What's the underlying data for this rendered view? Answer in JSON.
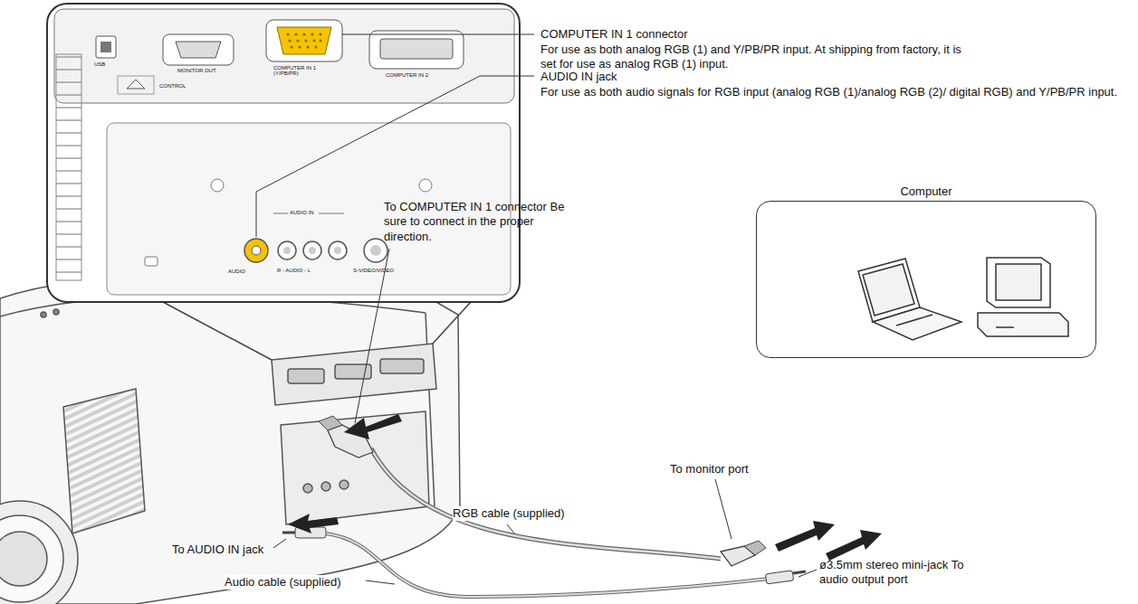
{
  "diagram": {
    "nodes": [
      {
        "text": [
          "Computer"
        ]
      }
    ],
    "labels": [
      "COMPUTER IN 1 connector",
      "For use as both analog RGB (1) and Y/PB/PR input. At shipping from factory, it is set for use as analog RGB (1) input.",
      "AUDIO IN jack",
      "For use as both audio signals for RGB input (analog RGB (1)/analog RGB (2)/ digital RGB) and Y/PB/PR input.",
      "USB",
      "MONITOR OUT",
      "CONTROL",
      "COMPUTER IN 1 (Y/PB/PR)",
      "COMPUTER IN 2",
      "AUDIO",
      "AUDIO IN",
      "R - AUDIO - L",
      "S-VIDEO/VIDEO",
      "To COMPUTER IN 1 connector Be sure to connect in the proper direction.",
      "To monitor port",
      "RGB cable (supplied)",
      "To AUDIO IN jack",
      "Audio cable (supplied)",
      "ø3.5mm stereo mini-jack To audio output port"
    ]
  }
}
